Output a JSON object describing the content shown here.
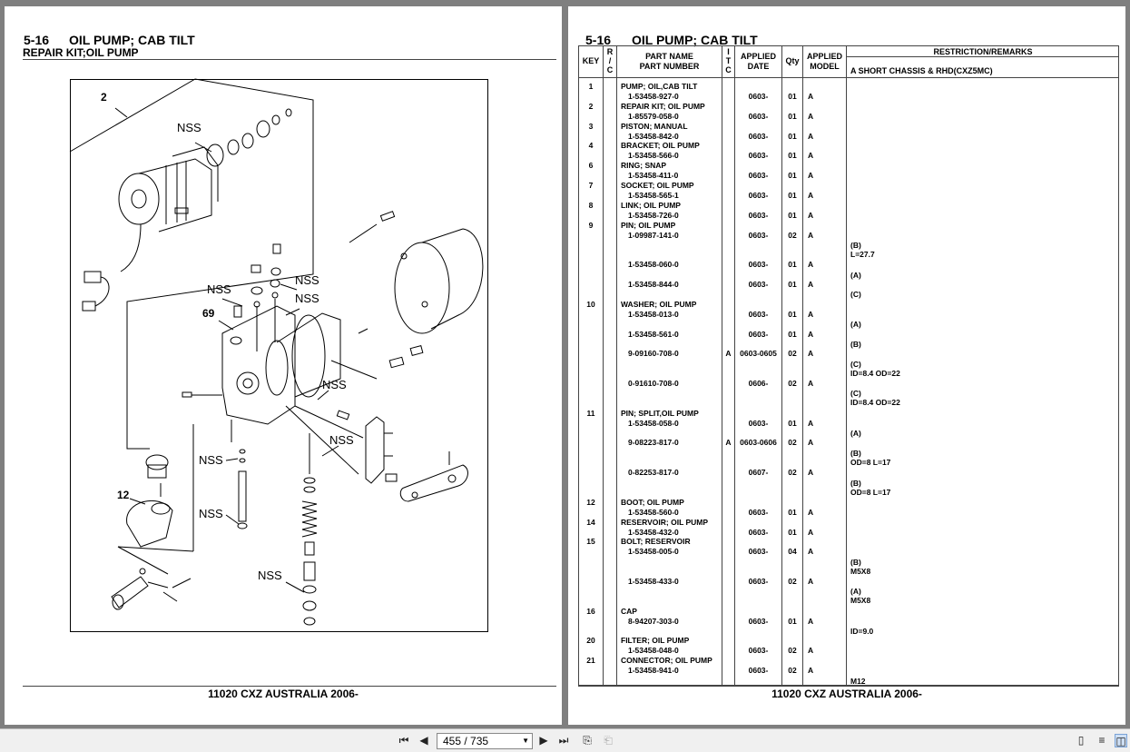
{
  "left_page": {
    "section": "5-16",
    "title": "OIL PUMP; CAB TILT",
    "subtitle": "REPAIR KIT;OIL PUMP",
    "footer": "11020 CXZ AUSTRALIA 2006-",
    "callouts": [
      "2",
      "69",
      "12"
    ],
    "nss_label": "NSS"
  },
  "right_page": {
    "section": "5-16",
    "title": "OIL PUMP; CAB TILT",
    "footer": "11020 CXZ AUSTRALIA 2006-",
    "table": {
      "headers": {
        "key": "KEY",
        "ric": "R\n/\nC",
        "part_name": "PART NAME",
        "part_number": "PART NUMBER",
        "itc": "I\nT\nC",
        "applied_date": "APPLIED\nDATE",
        "qty": "Qty",
        "applied_model": "APPLIED\nMODEL",
        "remarks": "RESTRICTION/REMARKS",
        "remarks_sub": "A SHORT CHASSIS & RHD(CXZ5MC)"
      },
      "rows": [
        {
          "key": "1",
          "name": "PUMP; OIL,CAB TILT",
          "number": "1-53458-927-0",
          "itc": "",
          "date": "0603-",
          "qty": "01",
          "model": "A",
          "remark": ""
        },
        {
          "key": "2",
          "name": "REPAIR KIT; OIL PUMP",
          "number": "1-85579-058-0",
          "itc": "",
          "date": "0603-",
          "qty": "01",
          "model": "A",
          "remark": ""
        },
        {
          "key": "3",
          "name": "PISTON; MANUAL",
          "number": "1-53458-842-0",
          "itc": "",
          "date": "0603-",
          "qty": "01",
          "model": "A",
          "remark": ""
        },
        {
          "key": "4",
          "name": "BRACKET; OIL PUMP",
          "number": "1-53458-566-0",
          "itc": "",
          "date": "0603-",
          "qty": "01",
          "model": "A",
          "remark": ""
        },
        {
          "key": "6",
          "name": "RING; SNAP",
          "number": "1-53458-411-0",
          "itc": "",
          "date": "0603-",
          "qty": "01",
          "model": "A",
          "remark": ""
        },
        {
          "key": "7",
          "name": "SOCKET; OIL PUMP",
          "number": "1-53458-565-1",
          "itc": "",
          "date": "0603-",
          "qty": "01",
          "model": "A",
          "remark": ""
        },
        {
          "key": "8",
          "name": "LINK; OIL PUMP",
          "number": "1-53458-726-0",
          "itc": "",
          "date": "0603-",
          "qty": "01",
          "model": "A",
          "remark": ""
        },
        {
          "key": "9",
          "name": "PIN; OIL PUMP",
          "number": "1-09987-141-0",
          "itc": "",
          "date": "0603-",
          "qty": "02",
          "model": "A",
          "remark": "(B)\nL=27.7"
        },
        {
          "key": "",
          "name": "",
          "number": "1-53458-060-0",
          "itc": "",
          "date": "0603-",
          "qty": "01",
          "model": "A",
          "remark": "(A)"
        },
        {
          "key": "",
          "name": "",
          "number": "1-53458-844-0",
          "itc": "",
          "date": "0603-",
          "qty": "01",
          "model": "A",
          "remark": "(C)"
        },
        {
          "key": "10",
          "name": "WASHER; OIL PUMP",
          "number": "1-53458-013-0",
          "itc": "",
          "date": "0603-",
          "qty": "01",
          "model": "A",
          "remark": "(A)"
        },
        {
          "key": "",
          "name": "",
          "number": "1-53458-561-0",
          "itc": "",
          "date": "0603-",
          "qty": "01",
          "model": "A",
          "remark": "(B)"
        },
        {
          "key": "",
          "name": "",
          "number": "9-09160-708-0",
          "itc": "A",
          "date": "0603-0605",
          "qty": "02",
          "model": "A",
          "remark": "(C)\nID=8.4 OD=22"
        },
        {
          "key": "",
          "name": "",
          "number": "0-91610-708-0",
          "itc": "",
          "date": "0606-",
          "qty": "02",
          "model": "A",
          "remark": "(C)\nID=8.4 OD=22"
        },
        {
          "key": "11",
          "name": "PIN; SPLIT,OIL PUMP",
          "number": "1-53458-058-0",
          "itc": "",
          "date": "0603-",
          "qty": "01",
          "model": "A",
          "remark": "(A)"
        },
        {
          "key": "",
          "name": "",
          "number": "9-08223-817-0",
          "itc": "A",
          "date": "0603-0606",
          "qty": "02",
          "model": "A",
          "remark": "(B)\nOD=8 L=17"
        },
        {
          "key": "",
          "name": "",
          "number": "0-82253-817-0",
          "itc": "",
          "date": "0607-",
          "qty": "02",
          "model": "A",
          "remark": "(B)\nOD=8 L=17"
        },
        {
          "key": "12",
          "name": "BOOT; OIL PUMP",
          "number": "1-53458-560-0",
          "itc": "",
          "date": "0603-",
          "qty": "01",
          "model": "A",
          "remark": ""
        },
        {
          "key": "14",
          "name": "RESERVOIR; OIL PUMP",
          "number": "1-53458-432-0",
          "itc": "",
          "date": "0603-",
          "qty": "01",
          "model": "A",
          "remark": ""
        },
        {
          "key": "15",
          "name": "BOLT; RESERVOIR",
          "number": "1-53458-005-0",
          "itc": "",
          "date": "0603-",
          "qty": "04",
          "model": "A",
          "remark": "(B)\nM5X8"
        },
        {
          "key": "",
          "name": "",
          "number": "1-53458-433-0",
          "itc": "",
          "date": "0603-",
          "qty": "02",
          "model": "A",
          "remark": "(A)\nM5X8"
        },
        {
          "key": "16",
          "name": "CAP",
          "number": "8-94207-303-0",
          "itc": "",
          "date": "0603-",
          "qty": "01",
          "model": "A",
          "remark": "ID=9.0"
        },
        {
          "key": "20",
          "name": "FILTER; OIL PUMP",
          "number": "1-53458-048-0",
          "itc": "",
          "date": "0603-",
          "qty": "02",
          "model": "A",
          "remark": ""
        },
        {
          "key": "21",
          "name": "CONNECTOR; OIL PUMP",
          "number": "1-53458-941-0",
          "itc": "",
          "date": "0603-",
          "qty": "02",
          "model": "A",
          "remark": "M12"
        }
      ]
    }
  },
  "toolbar": {
    "page_indicator": "455 / 735",
    "icons": [
      "first-page-icon",
      "prev-page-icon",
      "next-page-icon",
      "last-page-icon",
      "goto-icon",
      "back-icon",
      "single-page-icon",
      "continuous-icon",
      "facing-icon"
    ]
  }
}
